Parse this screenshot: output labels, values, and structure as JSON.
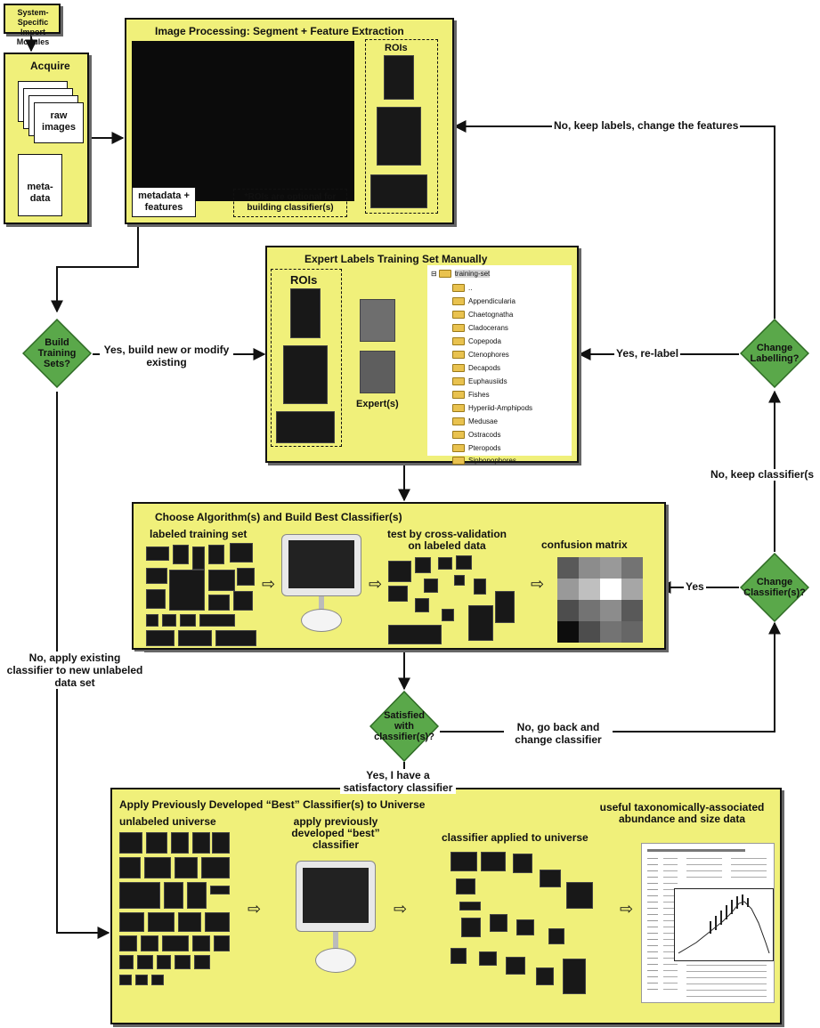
{
  "import_box": {
    "label": "System-Specific Import Modules"
  },
  "acquire": {
    "title": "Acquire",
    "raw_images": "raw images",
    "metadata": "meta- data"
  },
  "image_processing": {
    "title": "Image Processing: Segment + Feature Extraction",
    "rois_label": "ROIs",
    "metadata_features": "metadata + features",
    "rois_note": "*ROIs are optional for building classifier(s)"
  },
  "expert_labels": {
    "title": "Expert Labels Training Set Manually",
    "rois_label": "ROIs",
    "experts_label": "Expert(s)",
    "tree_root": "training-set",
    "tree_items": [
      "..",
      "Appendicularia",
      "Chaetognatha",
      "Cladocerans",
      "Copepoda",
      "Ctenophores",
      "Decapods",
      "Euphausiids",
      "Fishes",
      "Hyperiid-Amphipods",
      "Medusae",
      "Ostracods",
      "Pteropods",
      "Siphonophores"
    ]
  },
  "choose_algorithm": {
    "title": "Choose Algorithm(s) and Build Best Classifier(s)",
    "labeled_set": "labeled training set",
    "cross_validation": "test by cross-validation on labeled data",
    "confusion_matrix": "confusion matrix",
    "matrix_values": [
      [
        0.35,
        0.55,
        0.6,
        0.45
      ],
      [
        0.6,
        0.75,
        1.0,
        0.65
      ],
      [
        0.3,
        0.45,
        0.55,
        0.35
      ],
      [
        0.05,
        0.3,
        0.45,
        0.4
      ]
    ]
  },
  "apply_classifier": {
    "title": "Apply Previously Developed “Best” Classifier(s) to Universe",
    "unlabeled": "unlabeled universe",
    "apply_best": "apply previously developed “best” classifier",
    "applied": "classifier applied to universe",
    "useful_data": "useful taxonomically-associated abundance and size data"
  },
  "decisions": {
    "build_training": "Build Training Sets?",
    "change_labelling": "Change Labelling?",
    "change_classifier": "Change Classifier(s)?",
    "satisfied": "Satisfied with classifier(s)?"
  },
  "edges": {
    "keep_labels": "No, keep labels, change the features",
    "yes_build": "Yes, build new or modify existing",
    "yes_relabel": "Yes, re-label",
    "no_keep_classifier": "No, keep classifier(s",
    "yes": "Yes",
    "no_apply_existing": "No, apply existing classifier to new unlabeled data set",
    "no_go_back": "No, go back and change classifier",
    "yes_satisfactory": "Yes, I have a satisfactory classifier"
  },
  "colors": {
    "box_fill": "#f0f07a",
    "diamond_fill": "#5aa84a",
    "line": "#111111"
  }
}
